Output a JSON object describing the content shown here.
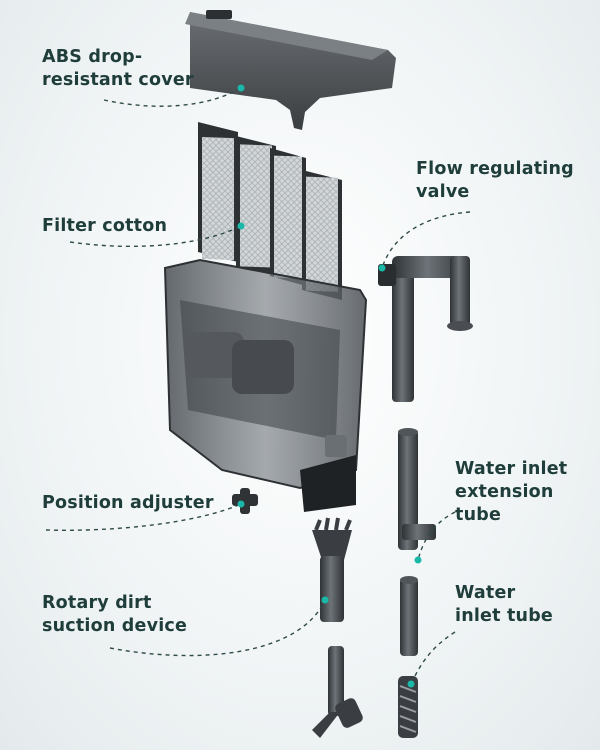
{
  "colors": {
    "text": "#1f3d3a",
    "leader_line": "#2f4b48",
    "marker": "#19b8a8",
    "part_dark": "#3a3d40",
    "part_translucent": "#5c6166",
    "filter_cotton": "#d6d9db"
  },
  "callouts": [
    {
      "id": "abs-cover",
      "text": "ABS drop-\nresistant cover"
    },
    {
      "id": "filter-cotton",
      "text": "Filter cotton"
    },
    {
      "id": "flow-valve",
      "text": "Flow regulating\nvalve"
    },
    {
      "id": "water-inlet-extension",
      "text": "Water inlet\nextension\ntube"
    },
    {
      "id": "position-adjuster",
      "text": "Position adjuster"
    },
    {
      "id": "water-inlet-tube",
      "text": "Water\ninlet tube"
    },
    {
      "id": "rotary-dirt",
      "text": "Rotary dirt\nsuction device"
    }
  ]
}
